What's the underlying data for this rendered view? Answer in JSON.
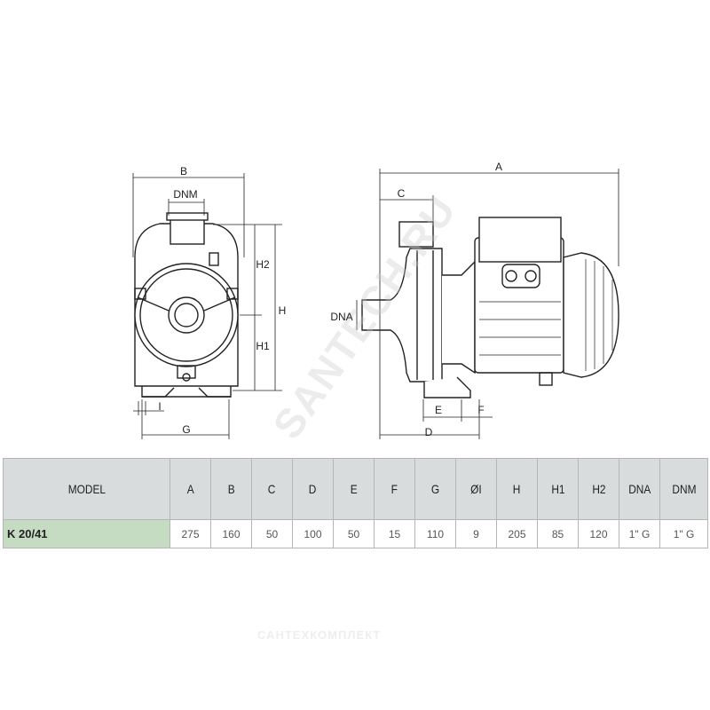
{
  "drawing": {
    "front_view_labels": {
      "B": "B",
      "DNM": "DNM",
      "H2": "H2",
      "H": "H",
      "H1": "H1",
      "I": "I",
      "G": "G"
    },
    "side_view_labels": {
      "A": "A",
      "C": "C",
      "DNA": "DNA",
      "E": "E",
      "F": "F",
      "D": "D"
    }
  },
  "watermarks": {
    "diagonal": "SANTECH.RU",
    "bottom": "САНТЕХКОМПЛЕКТ"
  },
  "table": {
    "headers": [
      "MODEL",
      "A",
      "B",
      "C",
      "D",
      "E",
      "F",
      "G",
      "ØI",
      "H",
      "H1",
      "H2",
      "DNA",
      "DNM"
    ],
    "rows": [
      [
        "K 20/41",
        "275",
        "160",
        "50",
        "100",
        "50",
        "15",
        "110",
        "9",
        "205",
        "85",
        "120",
        "1\" G",
        "1\" G"
      ]
    ]
  }
}
